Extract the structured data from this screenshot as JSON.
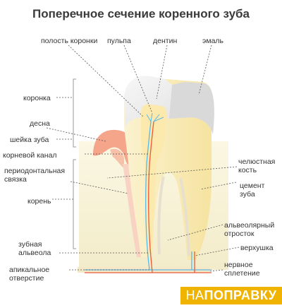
{
  "title": "Поперечное сечение коренного зуба",
  "labels": {
    "crown_cavity": "полость коронки",
    "pulp": "пульпа",
    "dentin": "дентин",
    "enamel": "эмаль",
    "crown": "коронка",
    "gum": "десна",
    "tooth_neck": "шейка зуба",
    "root_canal": "корневой канал",
    "periodontal_line1": "периодонтальная",
    "periodontal_line2": "связка",
    "root": "корень",
    "jaw_bone_line1": "челюстная",
    "jaw_bone_line2": "кость",
    "cement_line1": "цемент",
    "cement_line2": "зуба",
    "alveolar_line1": "альвеолярный",
    "alveolar_line2": "отросток",
    "apex": "верхушка",
    "dental_alveola_line1": "зубная",
    "dental_alveola_line2": "альвеола",
    "nerve_line1": "нервное",
    "nerve_line2": "сплетение",
    "apical_line1": "апикальное",
    "apical_line2": "отверстие"
  },
  "brand": {
    "part1": "НА",
    "part2": "ПОПРАВКУ"
  },
  "colors": {
    "enamel": "#e8e8e8",
    "dentin": "#fbf0c4",
    "pulp": "#fbe9a9",
    "gum": "#f4a58a",
    "bone": "#f7f2d8",
    "nerve_blue": "#5ab8e6",
    "nerve_red": "#e85a3a",
    "brand": "#f0b400"
  }
}
